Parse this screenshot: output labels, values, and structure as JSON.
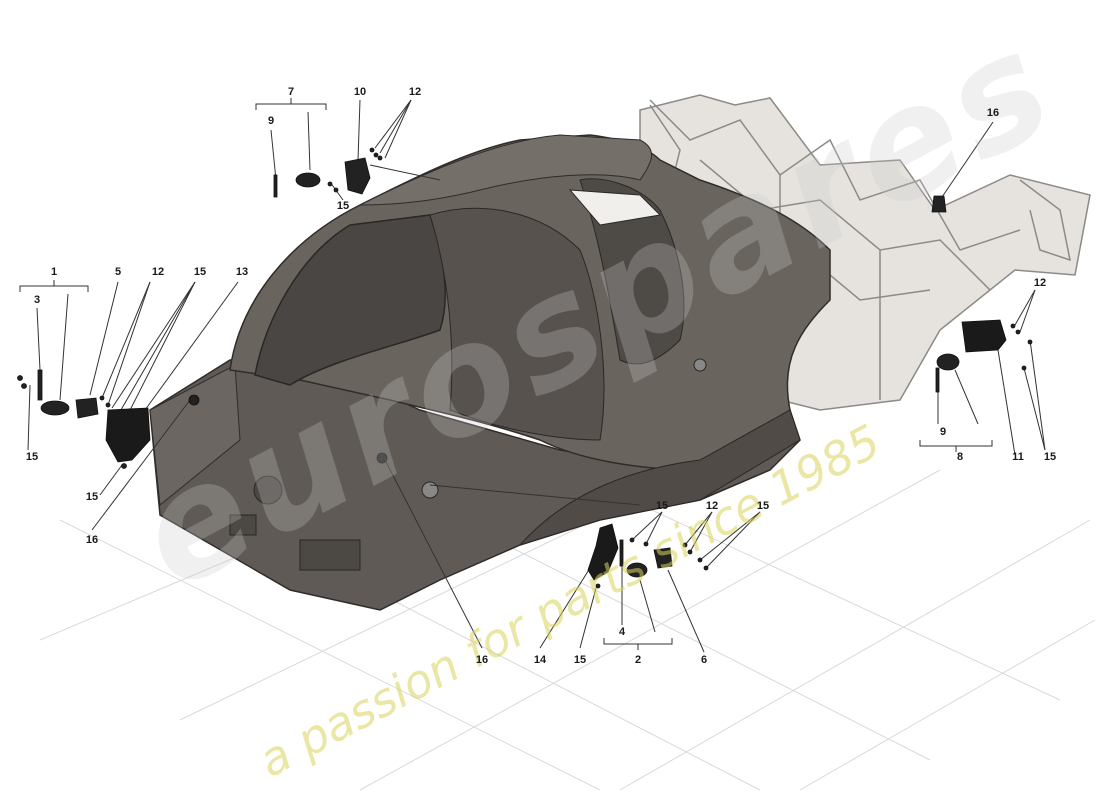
{
  "diagram": {
    "callouts": [
      {
        "id": "c1",
        "text": "1"
      },
      {
        "id": "c3",
        "text": "3"
      },
      {
        "id": "c5",
        "text": "5"
      },
      {
        "id": "c12a",
        "text": "12"
      },
      {
        "id": "c15a",
        "text": "15"
      },
      {
        "id": "c13",
        "text": "13"
      },
      {
        "id": "c15b",
        "text": "15"
      },
      {
        "id": "c15c",
        "text": "15"
      },
      {
        "id": "c16a",
        "text": "16"
      },
      {
        "id": "c7",
        "text": "7"
      },
      {
        "id": "c9a",
        "text": "9"
      },
      {
        "id": "c10",
        "text": "10"
      },
      {
        "id": "c12b",
        "text": "12"
      },
      {
        "id": "c15d",
        "text": "15"
      },
      {
        "id": "c16b",
        "text": "16"
      },
      {
        "id": "c12c",
        "text": "12"
      },
      {
        "id": "c9b",
        "text": "9"
      },
      {
        "id": "c8",
        "text": "8"
      },
      {
        "id": "c11",
        "text": "11"
      },
      {
        "id": "c15e",
        "text": "15"
      },
      {
        "id": "c15f",
        "text": "15"
      },
      {
        "id": "c12d",
        "text": "12"
      },
      {
        "id": "c15g",
        "text": "15"
      },
      {
        "id": "c16c",
        "text": "16"
      },
      {
        "id": "c14",
        "text": "14"
      },
      {
        "id": "c15h",
        "text": "15"
      },
      {
        "id": "c4",
        "text": "4"
      },
      {
        "id": "c2",
        "text": "2"
      },
      {
        "id": "c6",
        "text": "6"
      }
    ]
  },
  "watermark": {
    "brand": "eurospares",
    "tagline": "a passion for parts since 1985"
  },
  "colors": {
    "tub": "#5f5a55",
    "tub_dark": "#3e3a37",
    "frame": "#e6e3de",
    "parts": "#222222",
    "lines": "#333333"
  }
}
